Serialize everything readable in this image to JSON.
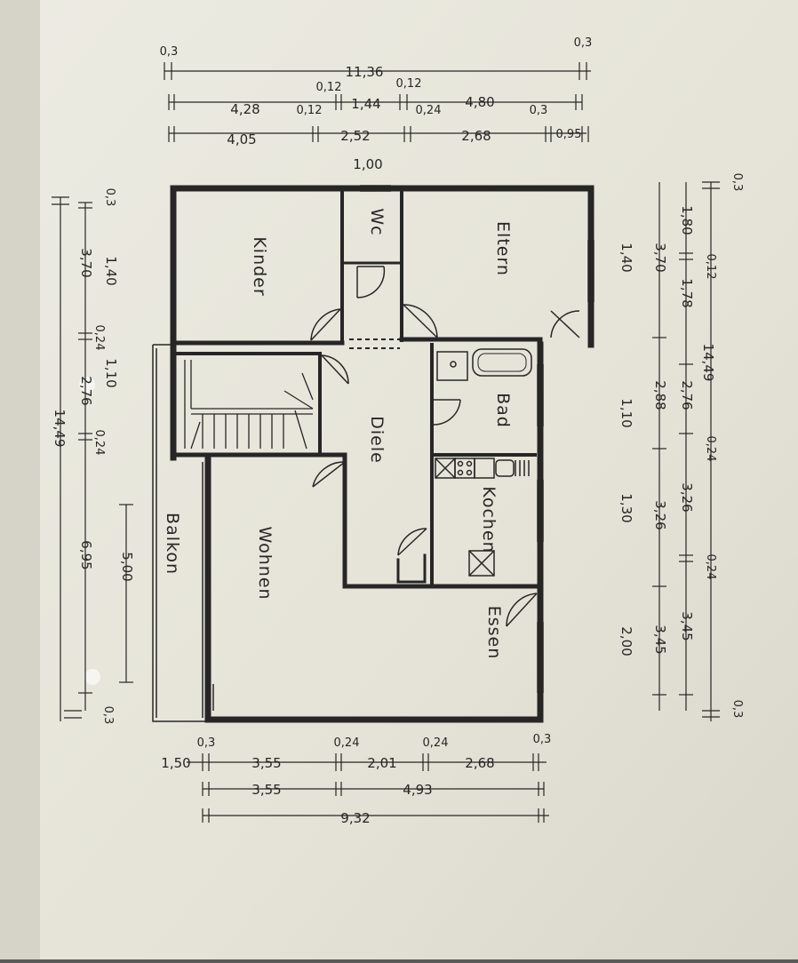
{
  "rooms": {
    "kinder": "Kinder",
    "wc": "Wc",
    "eltern": "Eltern",
    "bad": "Bad",
    "diele": "Diele",
    "kochen": "Kochen",
    "wohnen": "Wohnen",
    "essen": "Essen",
    "balkon": "Balkon"
  },
  "dims_top": {
    "corner_left": "0,3",
    "corner_right": "0,3",
    "total": "11,36",
    "row1": [
      "4,28",
      "0,12",
      "1,44",
      "0,24",
      "4,80",
      "0,3"
    ],
    "row1_extra": [
      "0,12",
      "0,12"
    ],
    "row2": [
      "4,05",
      "2,52",
      "2,68",
      "0,95"
    ],
    "below": "1,00"
  },
  "dims_right": {
    "corner_top": "0,3",
    "corner_bottom": "0,3",
    "total": "14,49",
    "row1": [
      "1,80",
      "0,12",
      "1,78",
      "2,76",
      "0,24",
      "3,26",
      "0,24",
      "3,45"
    ],
    "row2": [
      "3,70",
      "2,88",
      "3,26",
      "3,45"
    ],
    "heights": [
      "1,40",
      "1,10",
      "1,30",
      "2,00"
    ]
  },
  "dims_left": {
    "corner_top": "0,3",
    "corner_bottom": "0,3",
    "total": "14,49",
    "row1": [
      "1,40",
      "1,10",
      "5,00"
    ],
    "row2": [
      "3,70",
      "0,24",
      "2,76",
      "0,24",
      "6,95"
    ]
  },
  "dims_bottom": {
    "balkon": "1,50",
    "row1": [
      "0,3",
      "3,55",
      "0,24",
      "2,01",
      "0,24",
      "2,68",
      "0,3"
    ],
    "row2": [
      "3,55",
      "4,93"
    ],
    "total": "9,32"
  },
  "colors": {
    "paper": "#e7e5da",
    "wall": "#262626",
    "background": "#5a5a58"
  }
}
